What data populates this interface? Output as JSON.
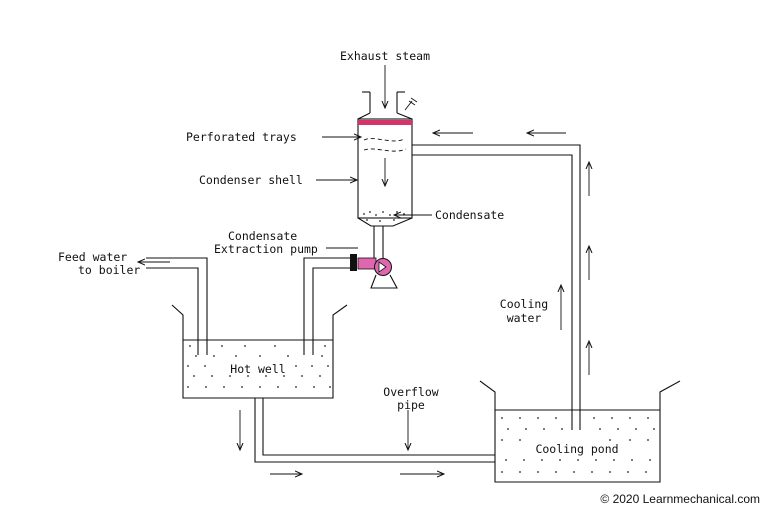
{
  "labels": {
    "exhaust_steam": "Exhaust steam",
    "perforated_trays": "Perforated trays",
    "condenser_shell": "Condenser shell",
    "condensate": "Condensate",
    "pump_line1": "Condensate",
    "pump_line2": "Extraction pump",
    "feed_line1": "Feed water",
    "feed_line2": "to boiler",
    "hot_well": "Hot well",
    "overflow_line1": "Overflow",
    "overflow_line2": "pipe",
    "cooling_water_line1": "Cooling",
    "cooling_water_line2": "water",
    "cooling_pond": "Cooling pond"
  },
  "copyright": "© 2020 Learnmechanical.com",
  "colors": {
    "trays": "#d6336c",
    "pump": "#e066b0",
    "valve_handle": "#111111",
    "lines": "#111111"
  }
}
